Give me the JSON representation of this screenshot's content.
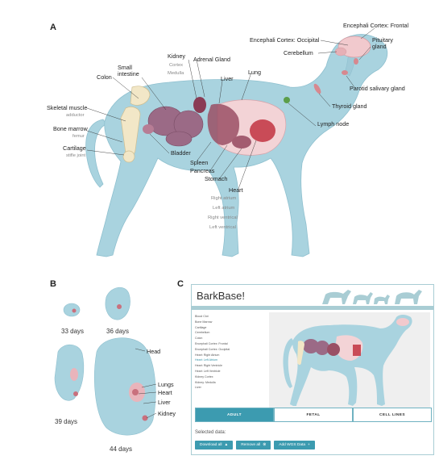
{
  "panels": {
    "a": "A",
    "b": "B",
    "c": "C"
  },
  "panel_a": {
    "labels": {
      "encephali_frontal": "Encephali Cortex: Frontal",
      "encephali_occipital": "Encephali Cortex: Occipital",
      "pituitary": "Pituitary\ngland",
      "cerebellum": "Cerebellum",
      "kidney": "Kidney",
      "kidney_cortex": "Cortex",
      "kidney_medulla": "Medulla",
      "adrenal": "Adrenal Gland",
      "small_intestine": "Small\nintestine",
      "colon": "Colon",
      "liver": "Liver",
      "lung": "Lung",
      "parotid": "Parotid salivary gland",
      "thyroid": "Thyroid gland",
      "skeletal_muscle": "Skeletal muscle",
      "skeletal_adductor": "adductor",
      "lymph": "Lymph node",
      "bone_marrow": "Bone marrow",
      "bone_femur": "femur",
      "cartilage": "Cartilage",
      "cartilage_joint": "stifle joint",
      "bladder": "Bladder",
      "spleen": "Spleen",
      "pancreas": "Pancreas",
      "stomach": "Stomach",
      "heart": "Heart",
      "right_atrium": "Right atrium",
      "left_atrium": "Left atrium",
      "right_ventrical": "Right ventrical",
      "left_ventrical": "Left ventrical"
    }
  },
  "panel_b": {
    "ages": [
      "33 days",
      "36 days",
      "39 days",
      "44 days"
    ],
    "labels": {
      "head": "Head",
      "lungs": "Lungs",
      "heart": "Heart",
      "liver": "Liver",
      "kidney": "Kidney"
    }
  },
  "app": {
    "title": "BarkBase!",
    "tissues": [
      "Blood Clot",
      "Bone Marrow",
      "Cartilage",
      "Cerebellum",
      "Colon",
      "Encephali Cortex: Frontal",
      "Encephali Cortex: Occipital",
      "Heart: Right Atrium",
      "Heart: Left Atrium",
      "Heart: Right Ventricle",
      "Heart: Left Ventricle",
      "Kidney Cortex",
      "Kidney: Medulla",
      "Liver"
    ],
    "tabs": [
      "ADULT",
      "FETAL",
      "CELL LINES"
    ],
    "selected_label": "Selected data:",
    "buttons": {
      "download": "Download all",
      "remove": "Remove all",
      "add": "Add WGS Data"
    },
    "colors": {
      "accent": "#3c9bb0",
      "border": "#a9cdd4"
    }
  }
}
